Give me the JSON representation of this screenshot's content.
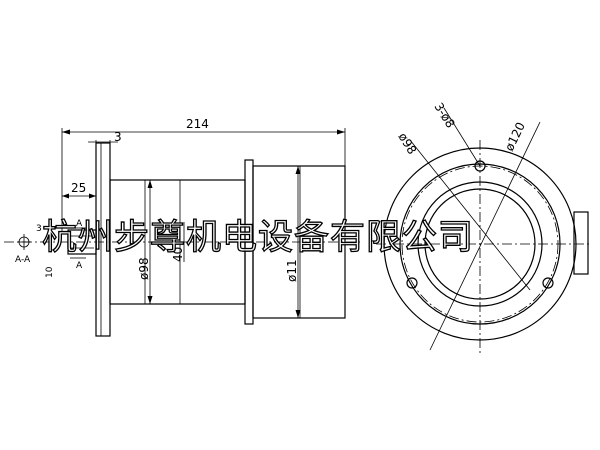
{
  "side_view": {
    "overall_length": "214",
    "flange_thickness": "3",
    "flange_offset": "25",
    "section_marker_a_top": "A",
    "section_marker_a_bottom": "A",
    "section_label": "A-A",
    "dim_3": "3",
    "dim_10": "10",
    "body_diameter": "ø98",
    "dim_40": "40",
    "outer_diameter": "ø11"
  },
  "front_view": {
    "holes": "3-ø8",
    "inner_diameter": "ø98",
    "pitch_diameter": "ø120"
  },
  "watermark": {
    "text": "杭州步尊机电设备有限公司"
  }
}
